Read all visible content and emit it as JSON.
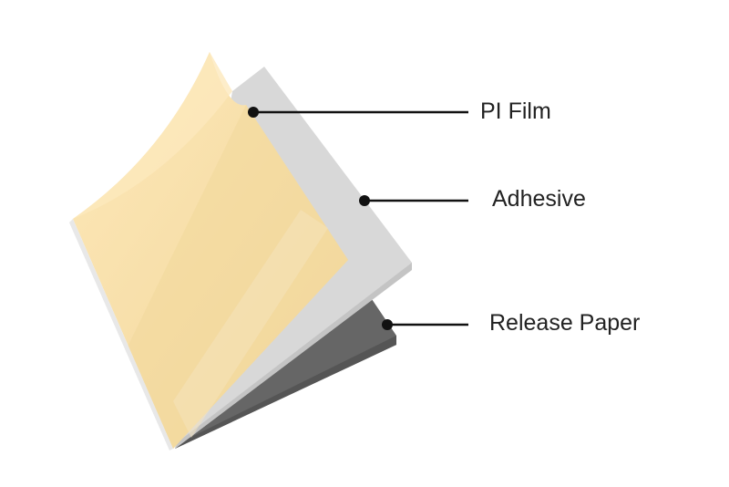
{
  "labels": {
    "pi_film": "PI Film",
    "adhesive": "Adhesive",
    "release_paper": "Release Paper"
  },
  "colors": {
    "pi_film": "#f3d89e",
    "adhesive": "#d9d9d9",
    "release_paper": "#666666",
    "leader": "#111111"
  }
}
